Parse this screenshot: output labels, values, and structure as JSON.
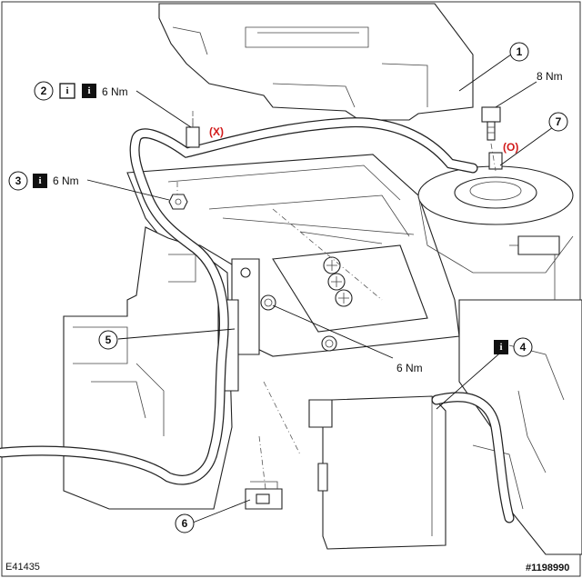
{
  "callouts": {
    "c1": {
      "number": "1"
    },
    "c2": {
      "number": "2",
      "torque": "6 Nm"
    },
    "c3": {
      "number": "3",
      "torque": "6 Nm"
    },
    "c4": {
      "number": "4"
    },
    "c5": {
      "number": "5"
    },
    "c6": {
      "number": "6"
    },
    "c7": {
      "number": "7"
    }
  },
  "torque_labels": {
    "bolt_top": "8 Nm",
    "bracket": "6 Nm"
  },
  "markers": {
    "x": "(X)",
    "o": "(O)"
  },
  "icons": {
    "info": "i",
    "note": "i"
  },
  "figure_ref": "E41435",
  "image_id": "#1198990",
  "colors": {
    "marker_red": "#d21a1a",
    "line": "#222222",
    "icon_black": "#111111"
  }
}
